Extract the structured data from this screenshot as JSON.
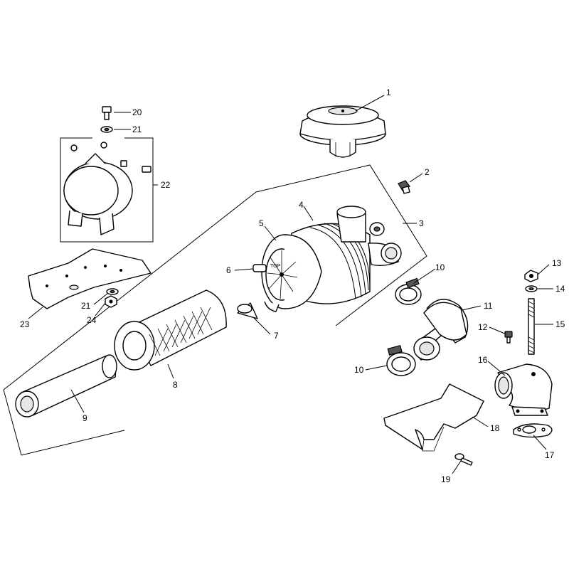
{
  "callouts": [
    {
      "id": "c1",
      "text": "1"
    },
    {
      "id": "c2",
      "text": "2"
    },
    {
      "id": "c3",
      "text": "3"
    },
    {
      "id": "c4",
      "text": "4"
    },
    {
      "id": "c5",
      "text": "5"
    },
    {
      "id": "c6",
      "text": "6"
    },
    {
      "id": "c7",
      "text": "7"
    },
    {
      "id": "c8",
      "text": "8"
    },
    {
      "id": "c9",
      "text": "9"
    },
    {
      "id": "c10a",
      "text": "10"
    },
    {
      "id": "c10b",
      "text": "10"
    },
    {
      "id": "c11",
      "text": "11"
    },
    {
      "id": "c12",
      "text": "12"
    },
    {
      "id": "c13",
      "text": "13"
    },
    {
      "id": "c14",
      "text": "14"
    },
    {
      "id": "c15",
      "text": "15"
    },
    {
      "id": "c16",
      "text": "16"
    },
    {
      "id": "c17",
      "text": "17"
    },
    {
      "id": "c18",
      "text": "18"
    },
    {
      "id": "c19",
      "text": "19"
    },
    {
      "id": "c20",
      "text": "20"
    },
    {
      "id": "c21a",
      "text": "21"
    },
    {
      "id": "c21b",
      "text": "21"
    },
    {
      "id": "c22",
      "text": "22"
    },
    {
      "id": "c23",
      "text": "23"
    },
    {
      "id": "c24",
      "text": "24"
    }
  ],
  "parts": {
    "p1": "air-cleaner-cover",
    "p2": "plug",
    "p3": "air-cleaner-assembly",
    "p4": "air-cleaner-housing",
    "p5": "end-cap",
    "p6": "clip",
    "p7": "dust-valve",
    "p8": "primary-filter-element",
    "p9": "safety-filter-element",
    "p10": "hose-clamp",
    "p11": "elbow-hose",
    "p12": "screw",
    "p13": "nut",
    "p14": "washer",
    "p15": "stud",
    "p16": "intake-elbow",
    "p17": "gasket",
    "p18": "bracket",
    "p19": "screw",
    "p20": "bolt",
    "p21": "washer",
    "p22": "mounting-band",
    "p23": "mounting-bracket",
    "p24": "nut"
  }
}
